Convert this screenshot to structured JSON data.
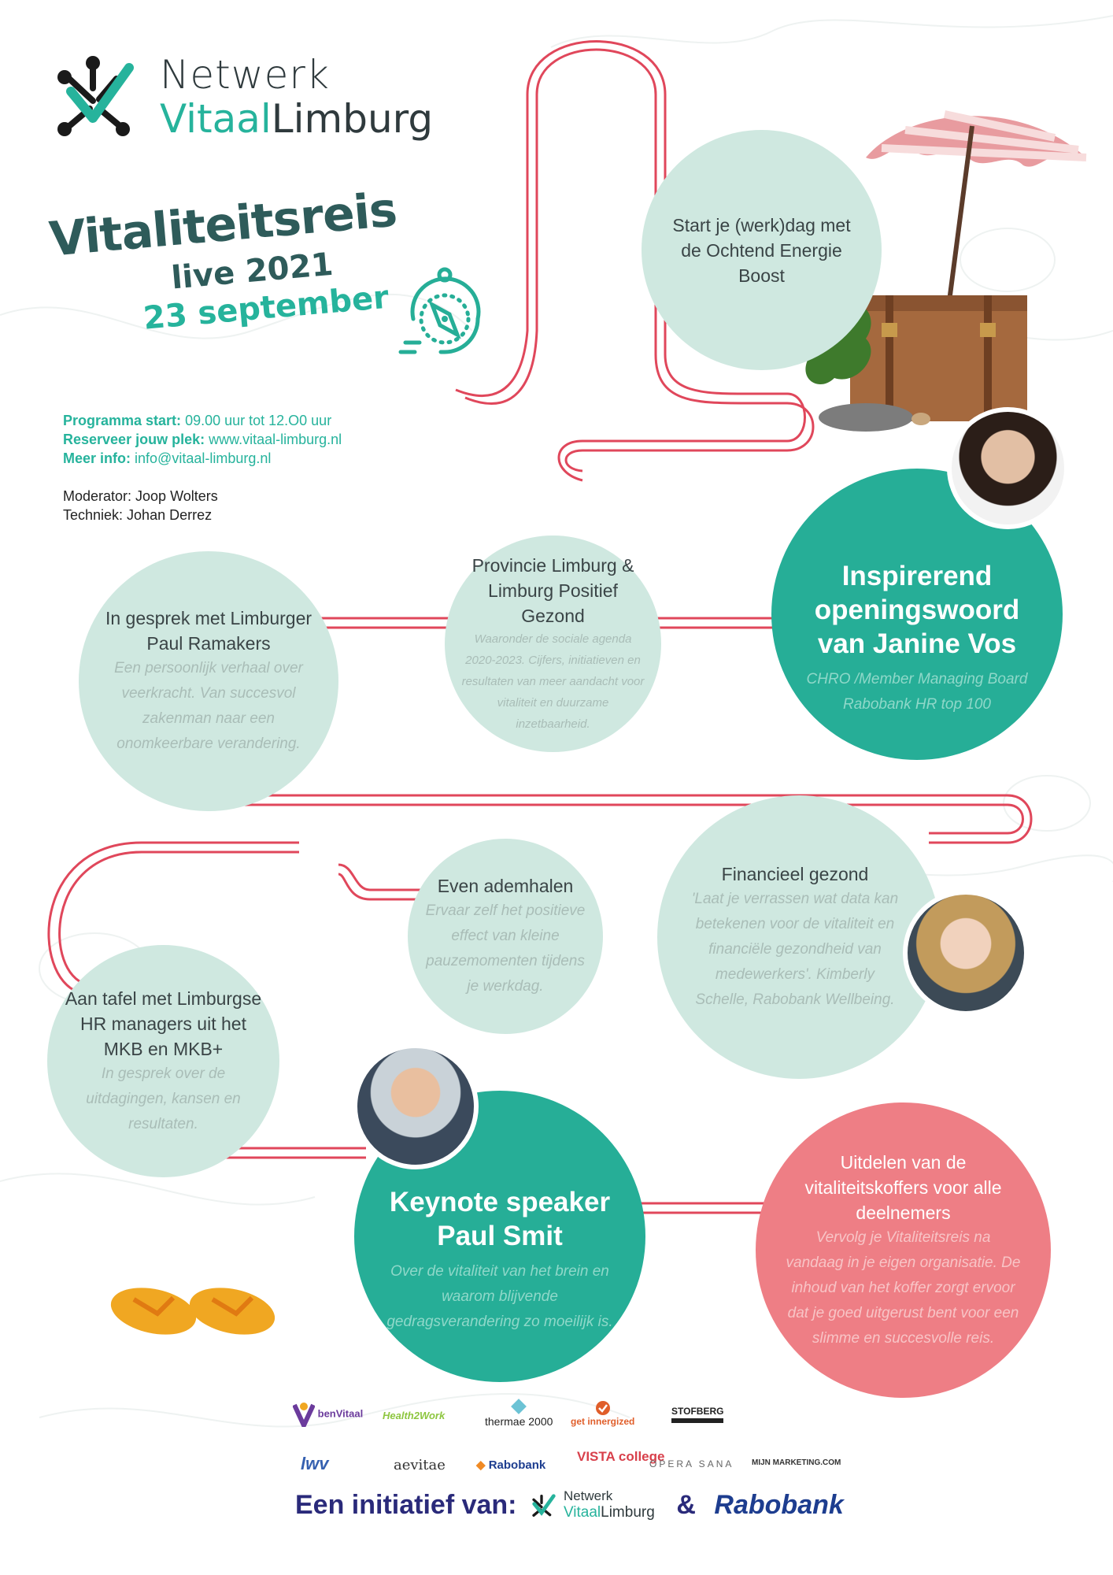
{
  "logo": {
    "line1": "Netwerk",
    "line2a": "Vitaal",
    "line2b": "Limburg"
  },
  "title": {
    "main": "Vitaliteitsreis",
    "sub1": "live 2021",
    "sub2": "23 september"
  },
  "info": [
    {
      "label": "Programma start:",
      "value": "09.00 uur  tot 12.O0 uur"
    },
    {
      "label": "Reserveer jouw plek:",
      "value": "www.vitaal-limburg.nl"
    },
    {
      "label": "Meer info:",
      "value": "info@vitaal-limburg.nl"
    }
  ],
  "staff": {
    "moderator": "Moderator: Joop Wolters",
    "techniek": "Techniek: Johan Derrez"
  },
  "items": {
    "ochtend": {
      "title": "Start je (werk)dag met de Ochtend Energie Boost"
    },
    "opening": {
      "title": "Inspirerend openingswoord van Janine Vos",
      "desc": "CHRO /Member Managing Board Rabobank HR top 100"
    },
    "provincie": {
      "title": "Provincie Limburg & Limburg Positief Gezond",
      "desc": "Waaronder de sociale agenda 2020-2023. Cijfers, initiatieven en resultaten van meer aandacht voor vitaliteit en duurzame inzetbaarheid."
    },
    "gesprek": {
      "title": "In gesprek met Limburger Paul Ramakers",
      "desc": "Een persoonlijk verhaal over veerkracht. Van succesvol zakenman naar een onomkeerbare verandering."
    },
    "financieel": {
      "title": "Financieel gezond",
      "desc": "'Laat je verrassen wat data kan betekenen voor de vitaliteit en financiële gezondheid van medewerkers'. Kimberly Schelle, Rabobank Wellbeing."
    },
    "ademhalen": {
      "title": "Even ademhalen",
      "desc": "Ervaar zelf het positieve effect van kleine pauzemomenten tijdens je werkdag."
    },
    "tafel": {
      "title": "Aan tafel met Limburgse HR managers uit het MKB en MKB+",
      "desc": "In gesprek over de uitdagingen, kansen en resultaten."
    },
    "keynote": {
      "title": "Keynote speaker Paul Smit",
      "desc": "Over de vitaliteit van het brein en waarom blijvende gedragsverandering zo moeilijk is."
    },
    "koffers": {
      "title": "Uitdelen van de vitaliteitskoffers voor alle deelnemers",
      "desc": "Vervolg je Vitaliteitsreis na vandaag in je eigen organisatie. De inhoud van het koffer zorgt ervoor dat je goed uitgerust bent voor een slimme en succesvolle reis."
    }
  },
  "partners": {
    "row1": [
      "benVitaal",
      "Health2Work",
      "thermae 2000",
      "get innergized",
      "STOFBERG"
    ],
    "row2": [
      "lwv",
      "aevitae",
      "Rabobank",
      "VISTA college",
      "OPERA SANA",
      "MIJN MARKETING.COM"
    ]
  },
  "footer": {
    "prefix": "Een initiatief van:",
    "logo_line1": "Netwerk",
    "logo_line2a": "Vitaal",
    "logo_line2b": "Limburg",
    "amp": "&",
    "rabobank": "Rabobank"
  },
  "colors": {
    "teal": "#26ae97",
    "light": "#cfe8e0",
    "pink": "#ee7e85",
    "route": "#e0475b",
    "dark": "#2e5b5a"
  }
}
